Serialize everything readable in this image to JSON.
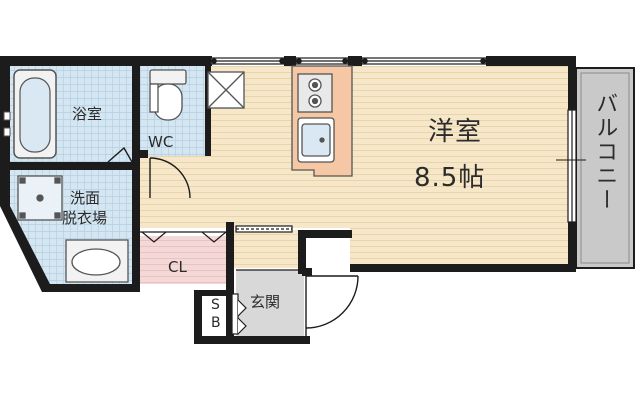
{
  "rooms": {
    "bathroom": "浴室",
    "toilet": "WC",
    "washroom_line1": "洗面",
    "washroom_line2": "脱衣場",
    "closet": "CL",
    "entrance": "玄関",
    "shoe_box_line1": "S",
    "shoe_box_line2": "B",
    "western_room": "洋室",
    "western_room_size": "8.5帖",
    "balcony": "バルコニー"
  },
  "colors": {
    "wall": "#1c1c1c",
    "floor_wood": "#f6e7c9",
    "floor_tile": "#d4e6f2",
    "closet_pink": "#f4d7d7",
    "entrance_gray": "#d8d8d8",
    "balcony_gray": "#c9c9c9",
    "kitchen_peach": "#f6c7a4"
  }
}
